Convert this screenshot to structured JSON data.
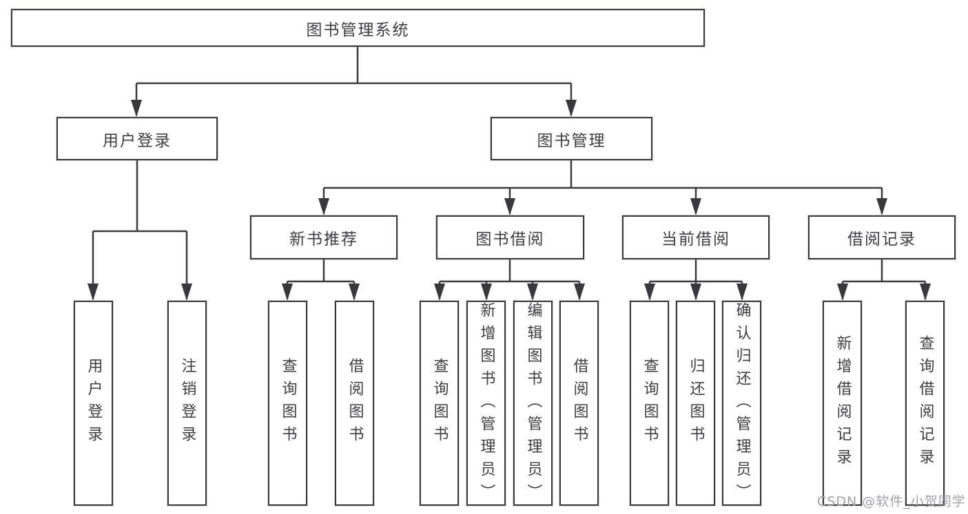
{
  "diagram": {
    "root": "图书管理系统",
    "level2": {
      "userLogin": "用户登录",
      "bookMgmt": "图书管理"
    },
    "level3": {
      "newBookRec": "新书推荐",
      "bookBorrow": "图书借阅",
      "currentBorrow": "当前借阅",
      "borrowRecords": "借阅记录"
    },
    "leaves": {
      "userLogin": "用户登录",
      "logout": "注销登录",
      "queryBooksRec": "查询图书",
      "borrowBooksRec": "借阅图书",
      "queryBooksBorrow": "查询图书",
      "addBook": "新增图书（管理员）",
      "editBook": "编辑图书（管理员）",
      "borrowBooksBorrow": "借阅图书",
      "queryBooksCurrent": "查询图书",
      "returnBook": "归还图书",
      "confirmReturn": "确认归还（管理员）",
      "addBorrowRecord": "新增借阅记录",
      "queryBorrowRecord": "查询借阅记录"
    }
  },
  "watermark": "CSDN @软件_小贺同学",
  "colors": {
    "line": "#39393d",
    "text": "#3d3d42",
    "background": "#ffffff",
    "watermark": "#a0a1ab"
  }
}
